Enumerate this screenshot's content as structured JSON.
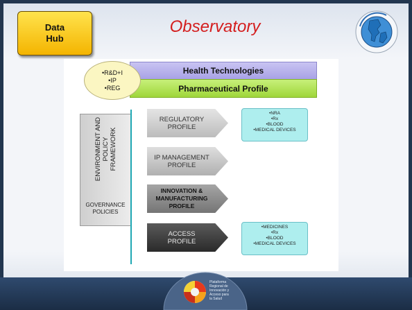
{
  "header": {
    "data_hub_label": "Data\nHub",
    "title": "Observatory"
  },
  "ellipse": {
    "items": [
      "•R&D+I",
      "•IP",
      "•REG"
    ]
  },
  "bars": {
    "health": "Health Technologies",
    "pharma": "Pharmaceutical Profile"
  },
  "framework": {
    "vertical_label": "ENVIRONMENT AND\nPOLICY\nFRAMEWORK",
    "governance_label": "GOVERNANCE\nPOLICIES"
  },
  "profiles": [
    {
      "label": "REGULATORY\nPROFILE"
    },
    {
      "label": "IP MANAGEMENT\nPROFILE"
    },
    {
      "label": "INNOVATION &\nMANUFACTURING\nPROFILE"
    },
    {
      "label": "ACCESS\nPROFILE"
    }
  ],
  "notes": {
    "regulatory": [
      "•NRA",
      "•Rx",
      "•BLOOD",
      "•MEDICAL DEVICES"
    ],
    "access": [
      "•MEDICINES",
      "•Rx",
      "•BLOOD",
      "•MEDICAL DEVICES"
    ]
  },
  "footer": {
    "logo_text": "Plataforma\nRegional de\nInnovación y\nAcceso para\nla Salud"
  },
  "colors": {
    "title": "#d41e1e",
    "data_hub": "#f4b400",
    "health_bar": "#a8a2e6",
    "pharma_bar": "#9fd63a",
    "note_box": "#aeeeee",
    "divider": "#1fa8b4"
  }
}
